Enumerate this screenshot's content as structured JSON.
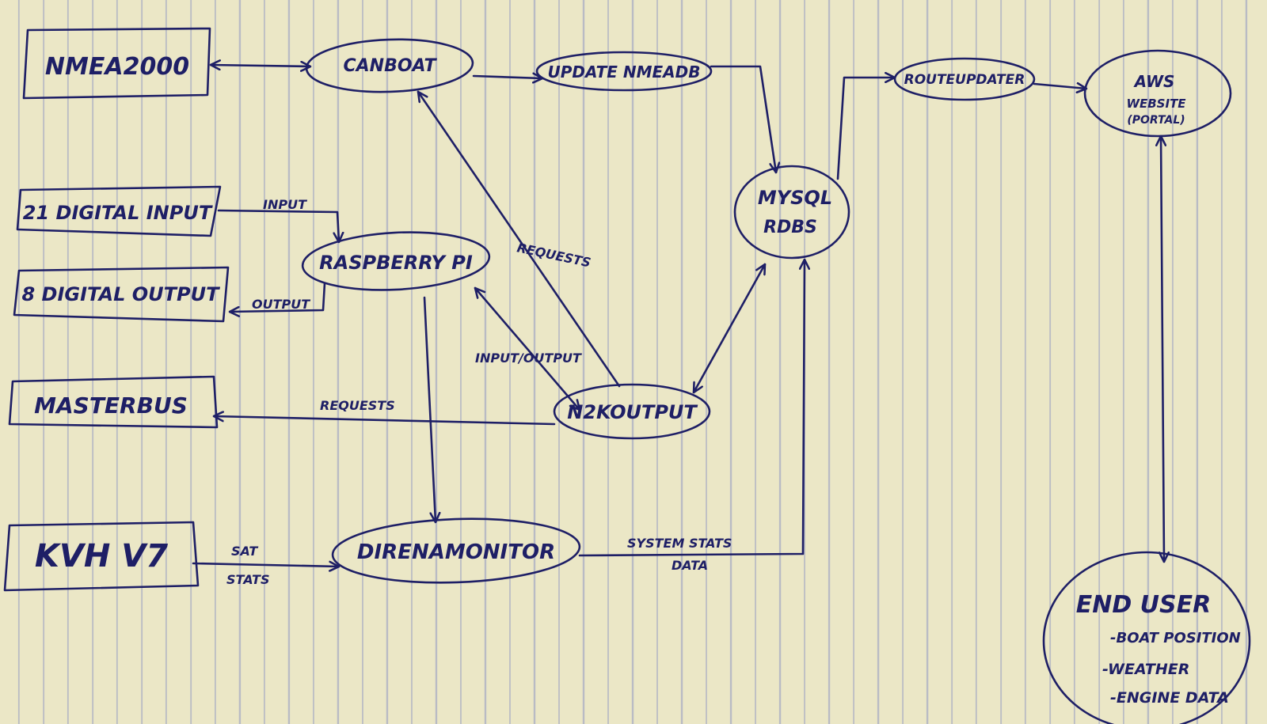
{
  "nodes": {
    "nmea2000": "NMEA2000",
    "canboat": "CANBOAT",
    "update_nmeadb": "UPDATE NMEADB",
    "digital_input": "21 DIGITAL INPUT",
    "digital_output": "8 DIGITAL OUTPUT",
    "raspberry_pi": "RASPBERRY PI",
    "mysql_rdbs": [
      "MYSQL",
      "RDBS"
    ],
    "route_updater": "ROUTEUPDATER",
    "aws": [
      "AWS",
      "WEBSITE",
      "(PORTAL)"
    ],
    "masterbus": "MASTERBUS",
    "n2k_output": "N2KOUTPUT",
    "kvh_v7": "KVH V7",
    "direnamonitor": "DIRENAMONITOR",
    "end_user": [
      "END USER",
      "-BOAT POSITION",
      "-WEATHER",
      "-ENGINE DATA"
    ]
  },
  "edges": {
    "input": "INPUT",
    "output": "OUTPUT",
    "requests_canboat": "REQUESTS",
    "input_output": "INPUT/OUTPUT",
    "requests_masterbus": "REQUESTS",
    "sat_stats": [
      "SAT",
      "STATS"
    ],
    "system_stats": [
      "SYSTEM STATS",
      "DATA"
    ]
  },
  "colors": {
    "ink": "#1e1f66",
    "paper": "#ebe7c6",
    "rule": "#b9bbc4"
  }
}
